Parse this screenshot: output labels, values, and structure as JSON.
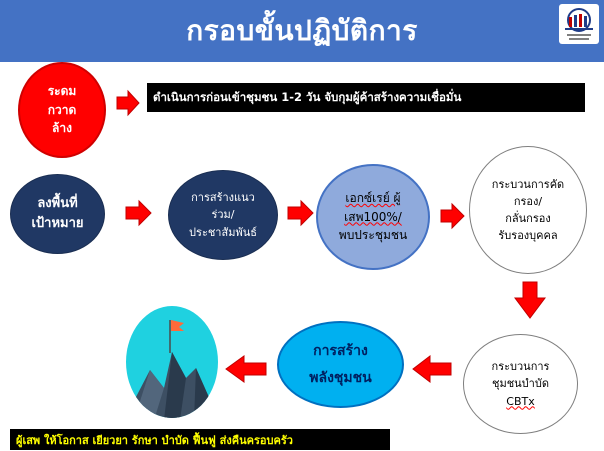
{
  "title": "กรอบขั้นปฏิบัติการ",
  "nodes": {
    "prep": [
      "ระดม",
      "กวาด",
      "ล้าง"
    ],
    "target": [
      "ลงพื้นที่",
      "เป้าหมาย"
    ],
    "alliance": [
      "การสร้างแนว",
      "ร่วม/",
      "ประชาสัมพันธ์"
    ],
    "xray": [
      "เอกซ์เรย์ ผู้",
      "เสพ100%/",
      "พบประชุมชน"
    ],
    "screening": [
      "กระบวนการคัด",
      "กรอง/",
      "กลั่นกรอง",
      "รับรองบุคคล"
    ],
    "cbtx": [
      "กระบวนการ",
      "ชุมชนบำบัด",
      "CBTx"
    ],
    "empower": [
      "การสร้าง",
      "พลังชุมชน"
    ]
  },
  "notes": {
    "pre_action": "ดำเนินการก่อนเข้าชุมชน 1-2 วัน จับกุมผู้ค้าสร้างความเชื่อมั่น",
    "bottom": "ผู้เสพ ให้โอกาส เยียวยา รักษา  บำบัด ฟื้นฟู ส่งคืนครอบครัว"
  },
  "colors": {
    "header": "#4472c4",
    "arrow": "#ff0000",
    "navy": "#203864",
    "light_blue": "#8faadc",
    "cyan": "#00b0f0"
  }
}
